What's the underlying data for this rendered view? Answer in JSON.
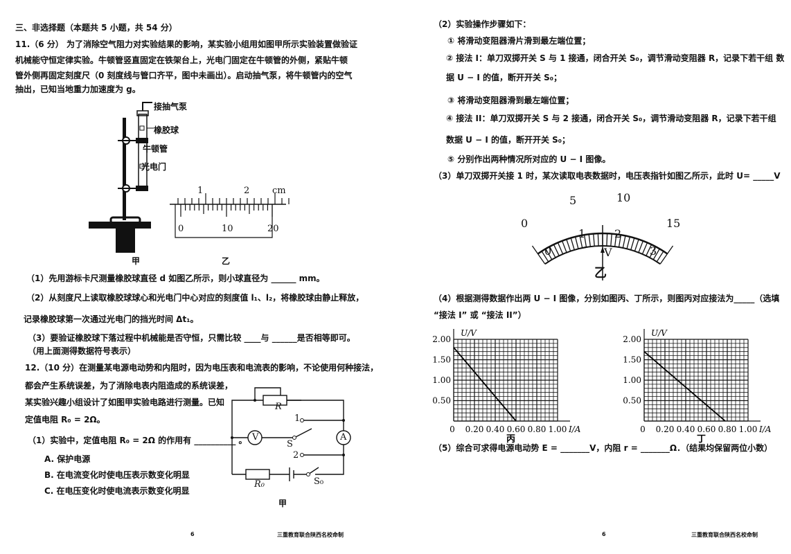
{
  "left": {
    "section_title": "三、非选择题（本题共 5 小题，共 54 分）",
    "q11": {
      "lines": [
        "11.（6 分）  为了消除空气阻力对实验结果的影响，某实验小组用如图甲所示实验装置做验证",
        "机械能守恒定律实验。牛顿管竖直固定在铁架台上，光电门固定在牛顿管的外侧，紧贴牛顿",
        "管外侧再固定刻度尺（0 刻度线与管口齐平，图中未画出）。启动抽气泵，将牛顿管内的空气",
        "抽出，已知当地重力加速度为 g。"
      ],
      "figure_labels": {
        "pump": "接抽气泵",
        "ball": "橡胶球",
        "tube": "牛顿管",
        "gate": "光电门",
        "fig_a": "甲",
        "fig_b": "乙"
      },
      "caliper": {
        "main_ticks": [
          "1",
          "2"
        ],
        "unit": "cm",
        "vernier_ticks": [
          "0",
          "10",
          "20"
        ]
      },
      "parts": [
        "（1）先用游标卡尺测量橡胶球直径 d 如图乙所示，则小球直径为 ______ mm。",
        "（2）从刻度尺上读取橡胶球球心和光电门中心对应的刻度值 l₁、l₂，将橡胶球由静止释放，",
        "记录橡胶球第一次通过光电门的挡光时间 Δt₁。",
        "（3）要验证橡胶球下落过程中机械能是否守恒，只需比较 ____与 ______是否相等即可。",
        "（用上面测得数据符号表示）"
      ]
    },
    "q12": {
      "lines": [
        "12.（10 分）在测量某电源电动势和内阻时，因为电压表和电流表的影响，不论使用何种接法，",
        "都会产生系统误差，为了消除电表内阻造成的系统误差，",
        "某实验兴趣小组设计了如图甲实验电路进行测量。已知",
        "定值电阻 R₀ = 2Ω。",
        "（1）实验中，定值电阻 R₀ = 2Ω 的作用有 __________ 。"
      ],
      "options": [
        "A. 保护电源",
        "B. 在电流变化时使电压表示数变化明显",
        "C. 在电压变化时使电流表示数变化明显"
      ],
      "circuit": {
        "rheostat": "R",
        "voltmeter": "V",
        "ammeter": "A",
        "switch": "S",
        "pos1": "1",
        "pos2": "2",
        "resistor": "R₀",
        "switch0": "S₀",
        "fig": "甲"
      }
    },
    "footer": {
      "page": "6",
      "publisher": "三重教育联合陕西名校命制"
    }
  },
  "right": {
    "steps_title": "（2）实验操作步骤如下：",
    "steps": [
      "① 将滑动变阻器滑片滑到最左端位置；",
      "② 接法 I：单刀双掷开关 S 与 1  接通，闭合开关 S₀，调节滑动变阻器 R，记录下若干组  数",
      "据 U − I 的值，断开开关 S₀；",
      "③ 将滑动变阻器滑到最左端位置；",
      "④ 接法 II：单刀双掷开关 S 与 2  接通，闭合开关 S₀，调节滑动变阻器 R，记录下若干组",
      "数据 U − I 的值，断开开关 S₀；",
      "⑤ 分别作出两种情况所对应的 U − I 图像。"
    ],
    "q3": "（3）单刀双掷开关接 1 时，某次读取电表数据时，电压表指针如图乙所示，此时 U= _____V",
    "meter": {
      "outer_labels": [
        "0",
        "5",
        "10",
        "15"
      ],
      "inner_labels": [
        "0",
        "1",
        "2",
        "3"
      ],
      "unit": "V",
      "fig": "乙",
      "needle_reading_inner_scale": 1.5
    },
    "q4": [
      "（4）根据测得数据作出两 U − I 图像，分别如图丙、丁所示，则图丙对应接法为_____（选填",
      "“接法 I” 或 “接法 II”）"
    ],
    "graphs": [
      {
        "name": "丙",
        "ylabel": "U/V",
        "xlabel": "I/A",
        "yticks": [
          "2.00",
          "1.50",
          "1.00",
          "0.50"
        ],
        "xticks": [
          "0",
          "0.20",
          "0.40",
          "0.60",
          "0.80",
          "1.00"
        ],
        "line": {
          "u0": 1.8,
          "i_end": 0.6
        }
      },
      {
        "name": "丁",
        "ylabel": "U/V",
        "xlabel": "I/A",
        "yticks": [
          "2.00",
          "1.50",
          "1.00",
          "0.50"
        ],
        "xticks": [
          "0",
          "0.20",
          "0.40",
          "0.60",
          "0.80",
          "1.00"
        ],
        "line": {
          "u0": 1.7,
          "i_end": 0.78
        }
      }
    ],
    "q5": "（5）综合可求得电源电动势 E = _______V，内阻 r = _______Ω．（结果均保留两位小数）",
    "footer": {
      "page": "6",
      "publisher": "三重教育联合陕西名校命制"
    }
  }
}
